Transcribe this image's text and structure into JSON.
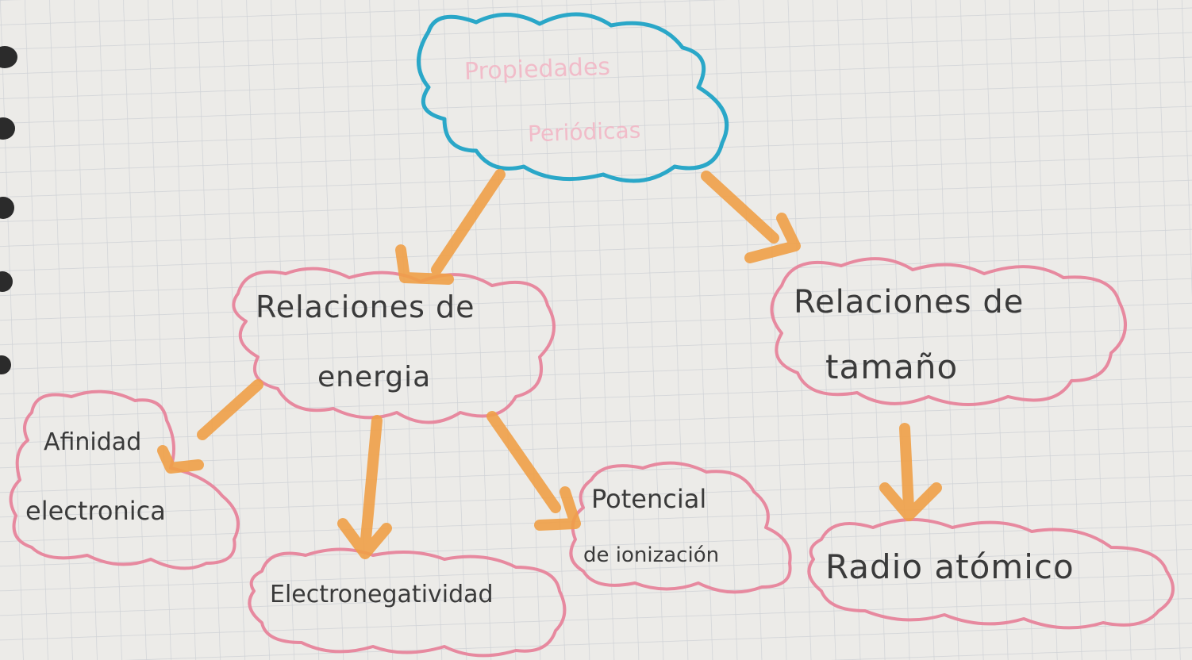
{
  "diagram": {
    "root": {
      "line1": "Propiedades",
      "line2": "Periódicas"
    },
    "energy_group": {
      "line1": "Relaciones de",
      "line2": "energia"
    },
    "size_group": {
      "line1": "Relaciones de",
      "line2": "tamaño"
    },
    "affinity": {
      "line1": "Afinidad",
      "line2": "electronica"
    },
    "electronegativity": {
      "line1": "Electronegatividad"
    },
    "ionization": {
      "line1": "Potencial",
      "line2": "de ionización"
    },
    "atomic_radius": {
      "line1": "Radio atómico"
    }
  },
  "colors": {
    "paper": "#ecebe8",
    "grid": "#cfd2d6",
    "root_outline": "#2aa7c8",
    "cloud_outline": "#e7899f",
    "arrow": "#f0a048",
    "ink": "#3a3a3a",
    "root_text": "#f2b7c6",
    "binder_hole": "#2b2b2b"
  }
}
